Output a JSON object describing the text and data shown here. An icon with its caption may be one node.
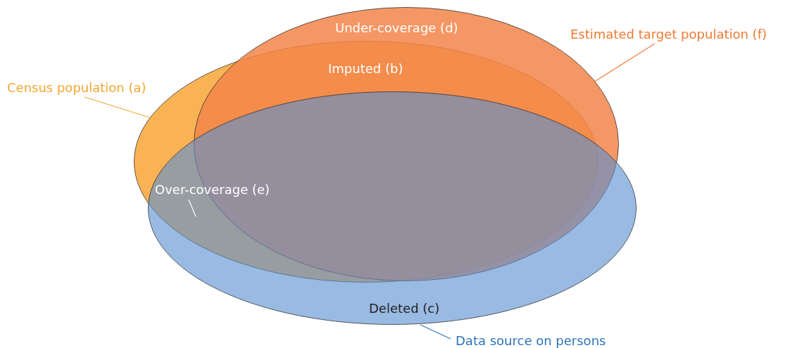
{
  "diagram": {
    "nodes": [
      {
        "text": [
          "Census population (a)"
        ]
      },
      {
        "text": [],
        "shape": "ellipse"
      },
      {
        "text": [
          "Estimated target population (f)"
        ]
      },
      {
        "text": [],
        "shape": "ellipse"
      },
      {
        "text": [
          "Data source on persons"
        ]
      },
      {
        "text": [],
        "shape": "ellipse"
      },
      {
        "text": [
          "Over-coverage (e)"
        ]
      }
    ],
    "edges": [
      {
        "from": 0,
        "to": 1,
        "arrow": "none",
        "color": "#f5a631"
      },
      {
        "from": 2,
        "to": 3,
        "arrow": "none",
        "color": "#ef7a32"
      },
      {
        "from": 4,
        "to": 5,
        "arrow": "none",
        "color": "#2f74b8"
      },
      {
        "from": 6,
        "to": 1,
        "arrow": "none",
        "color": "#ffffff"
      }
    ],
    "labels": [
      "Under-coverage (d)",
      "Imputed (b)",
      "Deleted (c)"
    ]
  }
}
